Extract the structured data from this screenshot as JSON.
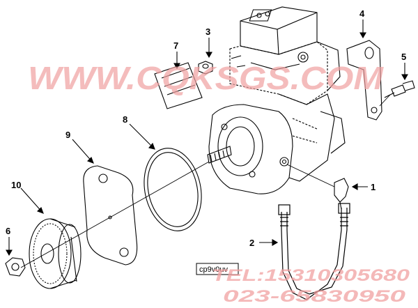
{
  "callouts": {
    "c1": "1",
    "c2": "2",
    "c3": "3",
    "c4": "4",
    "c5": "5",
    "c6": "6",
    "c7": "7",
    "c8": "8",
    "c9": "9",
    "c10": "10"
  },
  "figure_code": "cp9v0uv",
  "watermark": {
    "site": "WWW.CQKSGS.COM",
    "tel": "TEL:15310305680",
    "phone": "023-65830950",
    "color": "#f0a0a0"
  }
}
